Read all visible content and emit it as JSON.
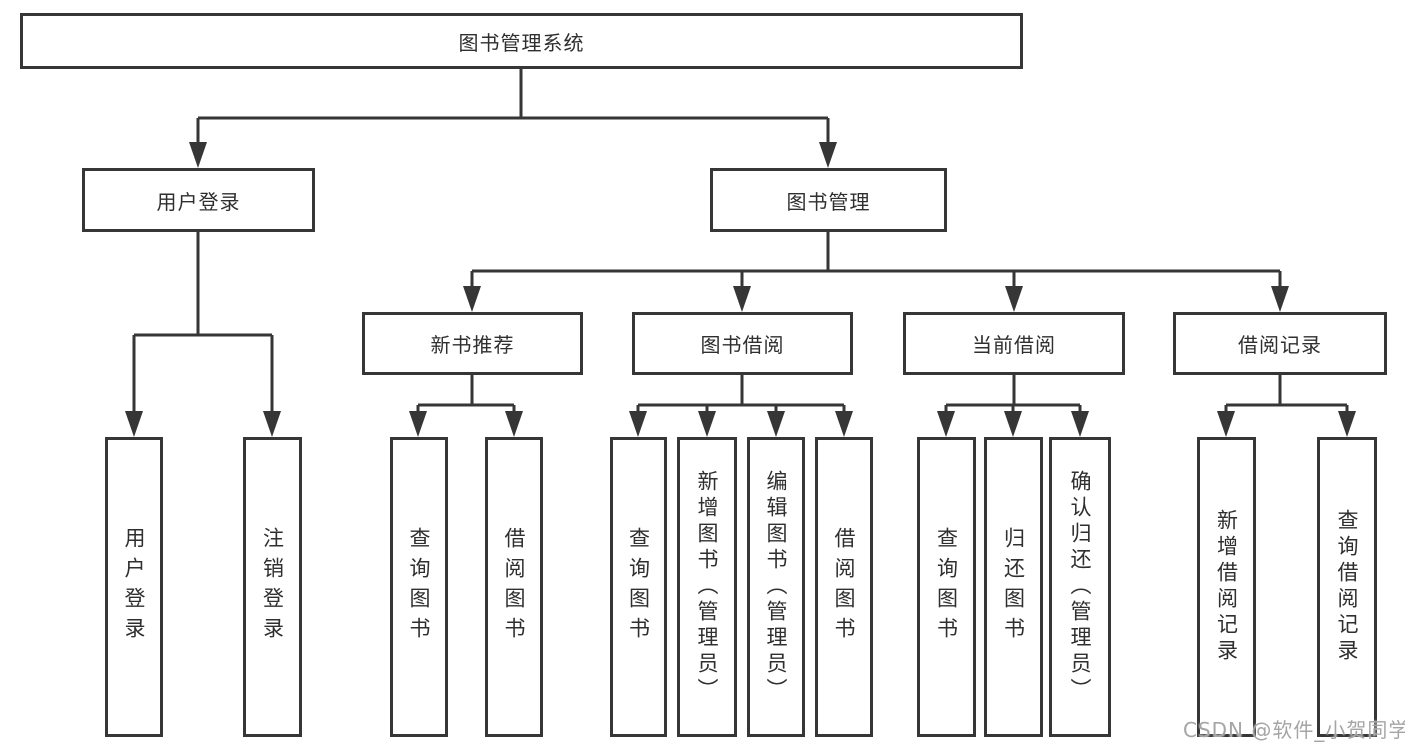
{
  "tree": {
    "label": "图书管理系统",
    "children": [
      {
        "label": "用户登录",
        "children": [
          {
            "label": "用户登录"
          },
          {
            "label": "注销登录"
          }
        ]
      },
      {
        "label": "图书管理",
        "children": [
          {
            "label": "新书推荐",
            "children": [
              {
                "label": "查询图书"
              },
              {
                "label": "借阅图书"
              }
            ]
          },
          {
            "label": "图书借阅",
            "children": [
              {
                "label": "查询图书"
              },
              {
                "label": "新增图书（管理员）"
              },
              {
                "label": "编辑图书（管理员）"
              },
              {
                "label": "借阅图书"
              }
            ]
          },
          {
            "label": "当前借阅",
            "children": [
              {
                "label": "查询图书"
              },
              {
                "label": "归还图书"
              },
              {
                "label": "确认归还（管理员）"
              }
            ]
          },
          {
            "label": "借阅记录",
            "children": [
              {
                "label": "新增借阅记录"
              },
              {
                "label": "查询借阅记录"
              }
            ]
          }
        ]
      }
    ]
  },
  "watermark": {
    "text": "CSDN @软件_小贺同学"
  },
  "colors": {
    "line": "#363636",
    "box_border": "#363636",
    "text": "#2f2f2f",
    "watermark": "#a5a5a5",
    "background": "#ffffff"
  }
}
